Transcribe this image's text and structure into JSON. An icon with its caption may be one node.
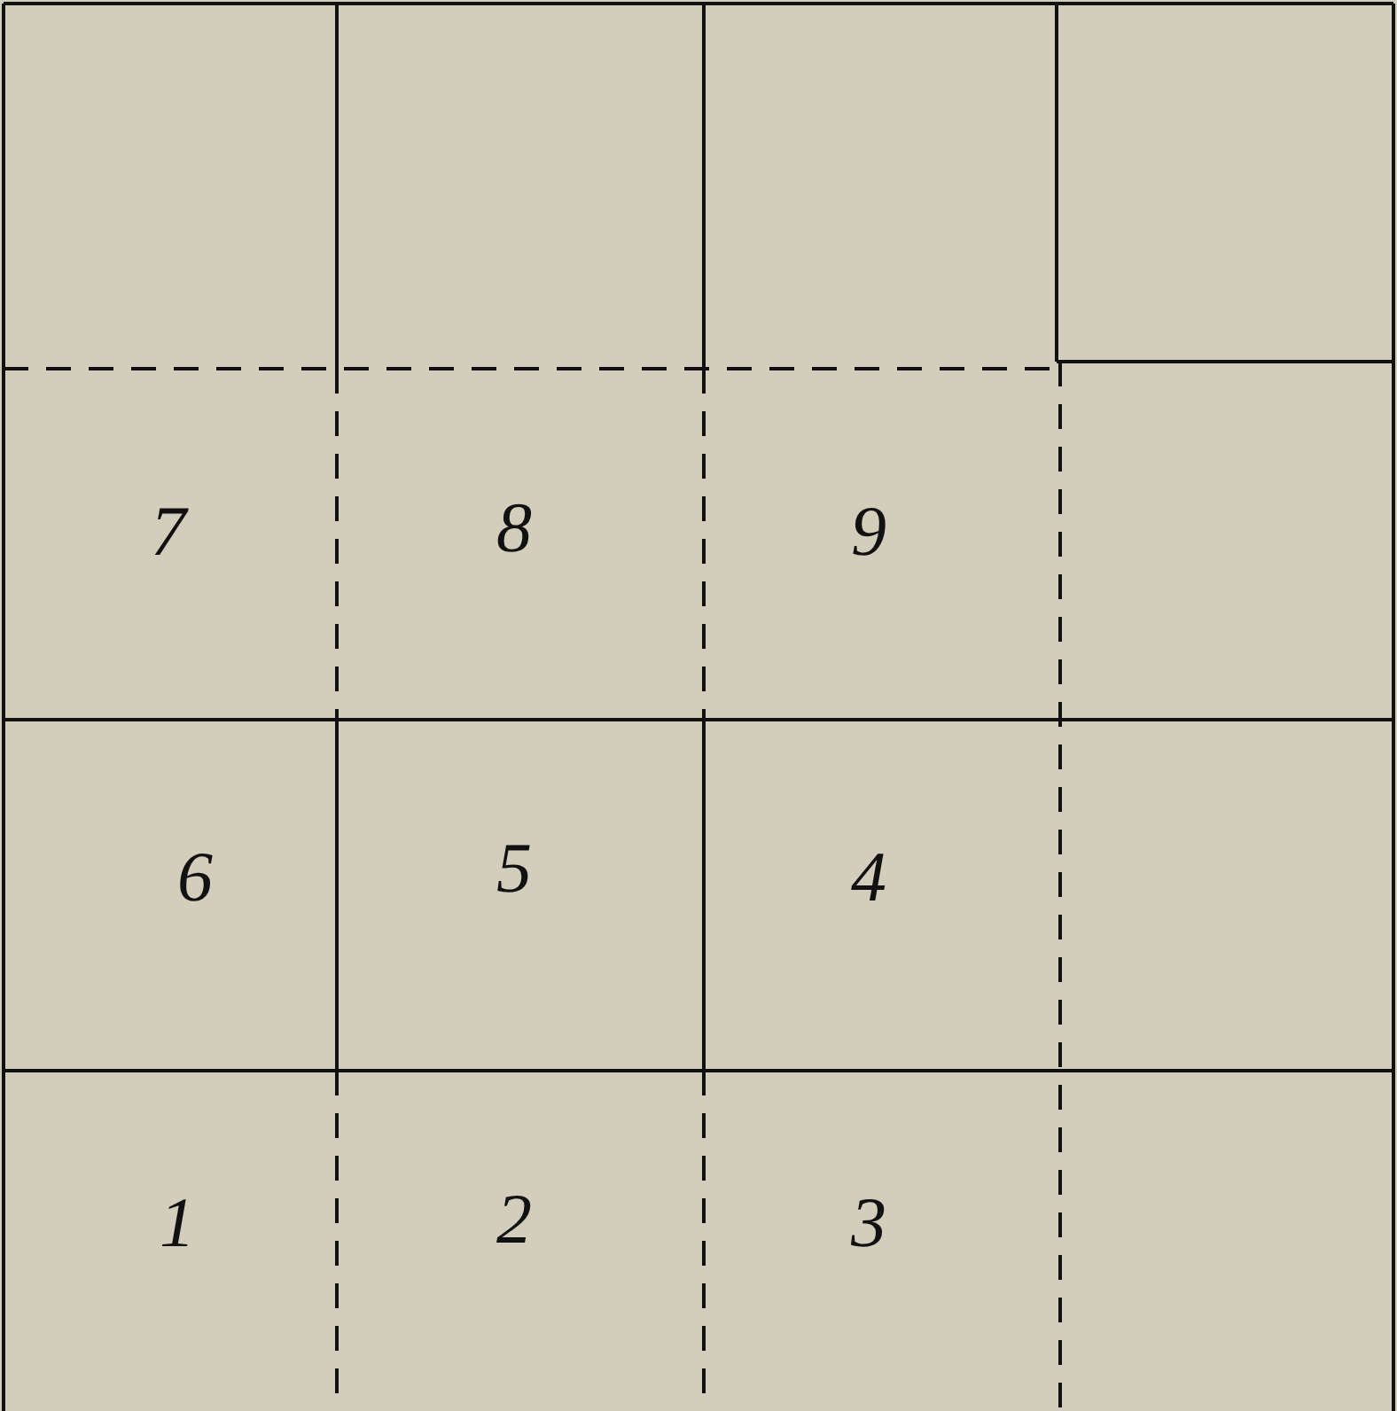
{
  "diagram": {
    "labels": [
      "7",
      "8",
      "9",
      "6",
      "5",
      "4",
      "1",
      "2",
      "3"
    ]
  }
}
